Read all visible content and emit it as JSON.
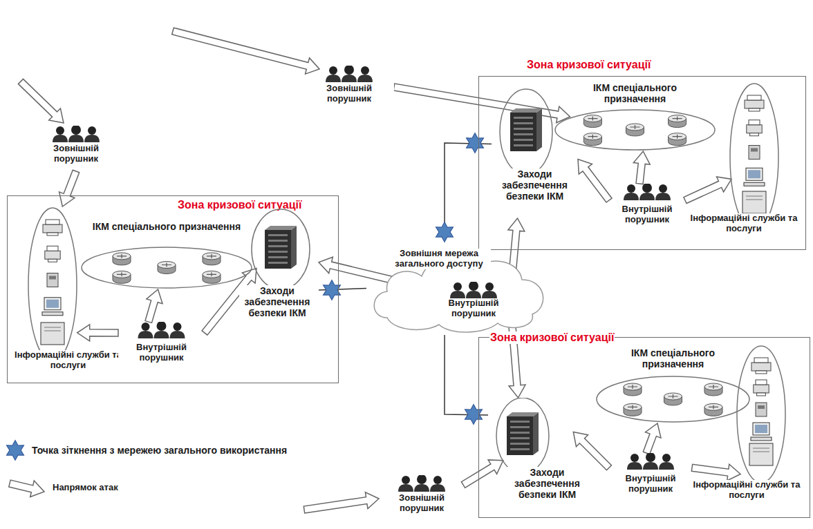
{
  "diagram": {
    "nodes": [
      {
        "text": [
          "Зона кризової ситуації"
        ]
      },
      {
        "text": [
          "ІКМ спеціального призначення"
        ],
        "in": 0
      },
      {
        "text": [
          "Інформаційні служби та послуги"
        ],
        "in": 0
      },
      {
        "text": [
          "Заходи забезпечення безпеки ІКМ"
        ],
        "in": 0
      },
      {
        "text": [
          "Внутрішній порушник"
        ],
        "in": 0
      },
      {
        "text": [
          "Зона кризової ситуації"
        ]
      },
      {
        "text": [
          "ІКМ спеціального призначення"
        ],
        "in": 5
      },
      {
        "text": [
          "Інформаційні служби та послуги"
        ],
        "in": 5
      },
      {
        "text": [
          "Заходи забезпечення безпеки ІКМ"
        ],
        "in": 5
      },
      {
        "text": [
          "Внутрішній порушник"
        ],
        "in": 5
      },
      {
        "text": [
          "Зона кризової ситуації"
        ]
      },
      {
        "text": [
          "ІКМ спеціального призначення"
        ],
        "in": 10
      },
      {
        "text": [
          "Інформаційні служби та послуги"
        ],
        "in": 10
      },
      {
        "text": [
          "Заходи забезпечення безпеки ІКМ"
        ],
        "in": 10
      },
      {
        "text": [
          "Внутрішній порушник"
        ],
        "in": 10
      },
      {
        "text": [
          "Зовнішній порушник"
        ]
      },
      {
        "text": [
          "Зовнішній порушник"
        ]
      },
      {
        "text": [
          "Зовнішній порушник"
        ]
      },
      {
        "text": [
          "Зовнішня мережа загального доступу"
        ]
      },
      {
        "text": [
          "Внутрішній порушник"
        ],
        "in": 18
      }
    ],
    "edges": [
      {
        "from": 18,
        "to": 3,
        "arrow": "none"
      },
      {
        "from": 18,
        "to": 8,
        "arrow": "none"
      },
      {
        "from": 18,
        "to": 13,
        "arrow": "none"
      },
      {
        "from": 15,
        "to": 2,
        "arrow": "to"
      },
      {
        "from": 4,
        "to": 1,
        "arrow": "to"
      },
      {
        "from": 4,
        "to": 2,
        "arrow": "to"
      },
      {
        "from": 4,
        "to": 3,
        "arrow": "to"
      },
      {
        "from": 19,
        "to": 3,
        "arrow": "to"
      },
      {
        "from": 19,
        "to": 8,
        "arrow": "to"
      },
      {
        "from": 19,
        "to": 13,
        "arrow": "to"
      },
      {
        "from": 16,
        "to": 6,
        "arrow": "to"
      },
      {
        "from": 9,
        "to": 6,
        "arrow": "to"
      },
      {
        "from": 9,
        "to": 8,
        "arrow": "to"
      },
      {
        "from": 9,
        "to": 7,
        "arrow": "to"
      },
      {
        "from": 17,
        "to": 13,
        "arrow": "to"
      },
      {
        "from": 14,
        "to": 11,
        "arrow": "to"
      },
      {
        "from": 14,
        "to": 13,
        "arrow": "to"
      },
      {
        "from": 14,
        "to": 12,
        "arrow": "to"
      }
    ],
    "legend": [
      {
        "text": "Точка зіткнення з мережею загального використання"
      },
      {
        "text": "Напрямок атак"
      }
    ]
  }
}
